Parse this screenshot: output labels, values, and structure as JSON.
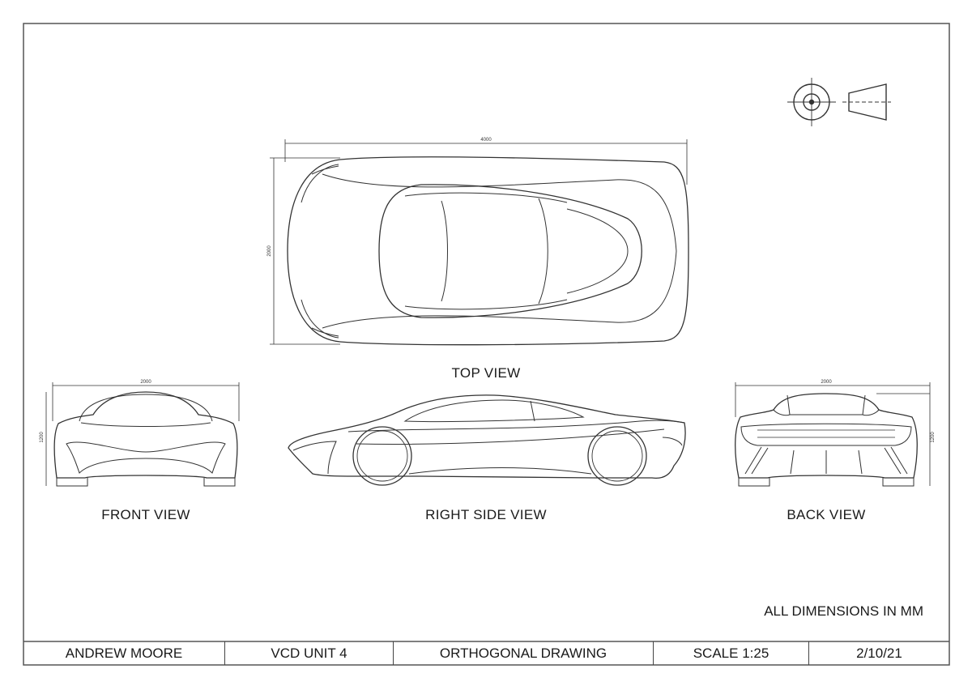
{
  "views": {
    "top": "TOP VIEW",
    "front": "FRONT VIEW",
    "side": "RIGHT SIDE VIEW",
    "back": "BACK VIEW"
  },
  "note": "ALL DIMENSIONS IN MM",
  "dimensions": {
    "top_length": "4000",
    "top_width": "2000",
    "front_width": "2000",
    "front_height": "1200",
    "back_width": "2000",
    "back_height": "1200"
  },
  "title_block": {
    "author": "ANDREW MOORE",
    "unit": "VCD UNIT 4",
    "title": "ORTHOGONAL DRAWING",
    "scale": "SCALE 1:25",
    "date": "2/10/21"
  },
  "projection_symbol": "third-angle-projection-icon",
  "colors": {
    "line": "#333333",
    "paper": "#ffffff"
  }
}
